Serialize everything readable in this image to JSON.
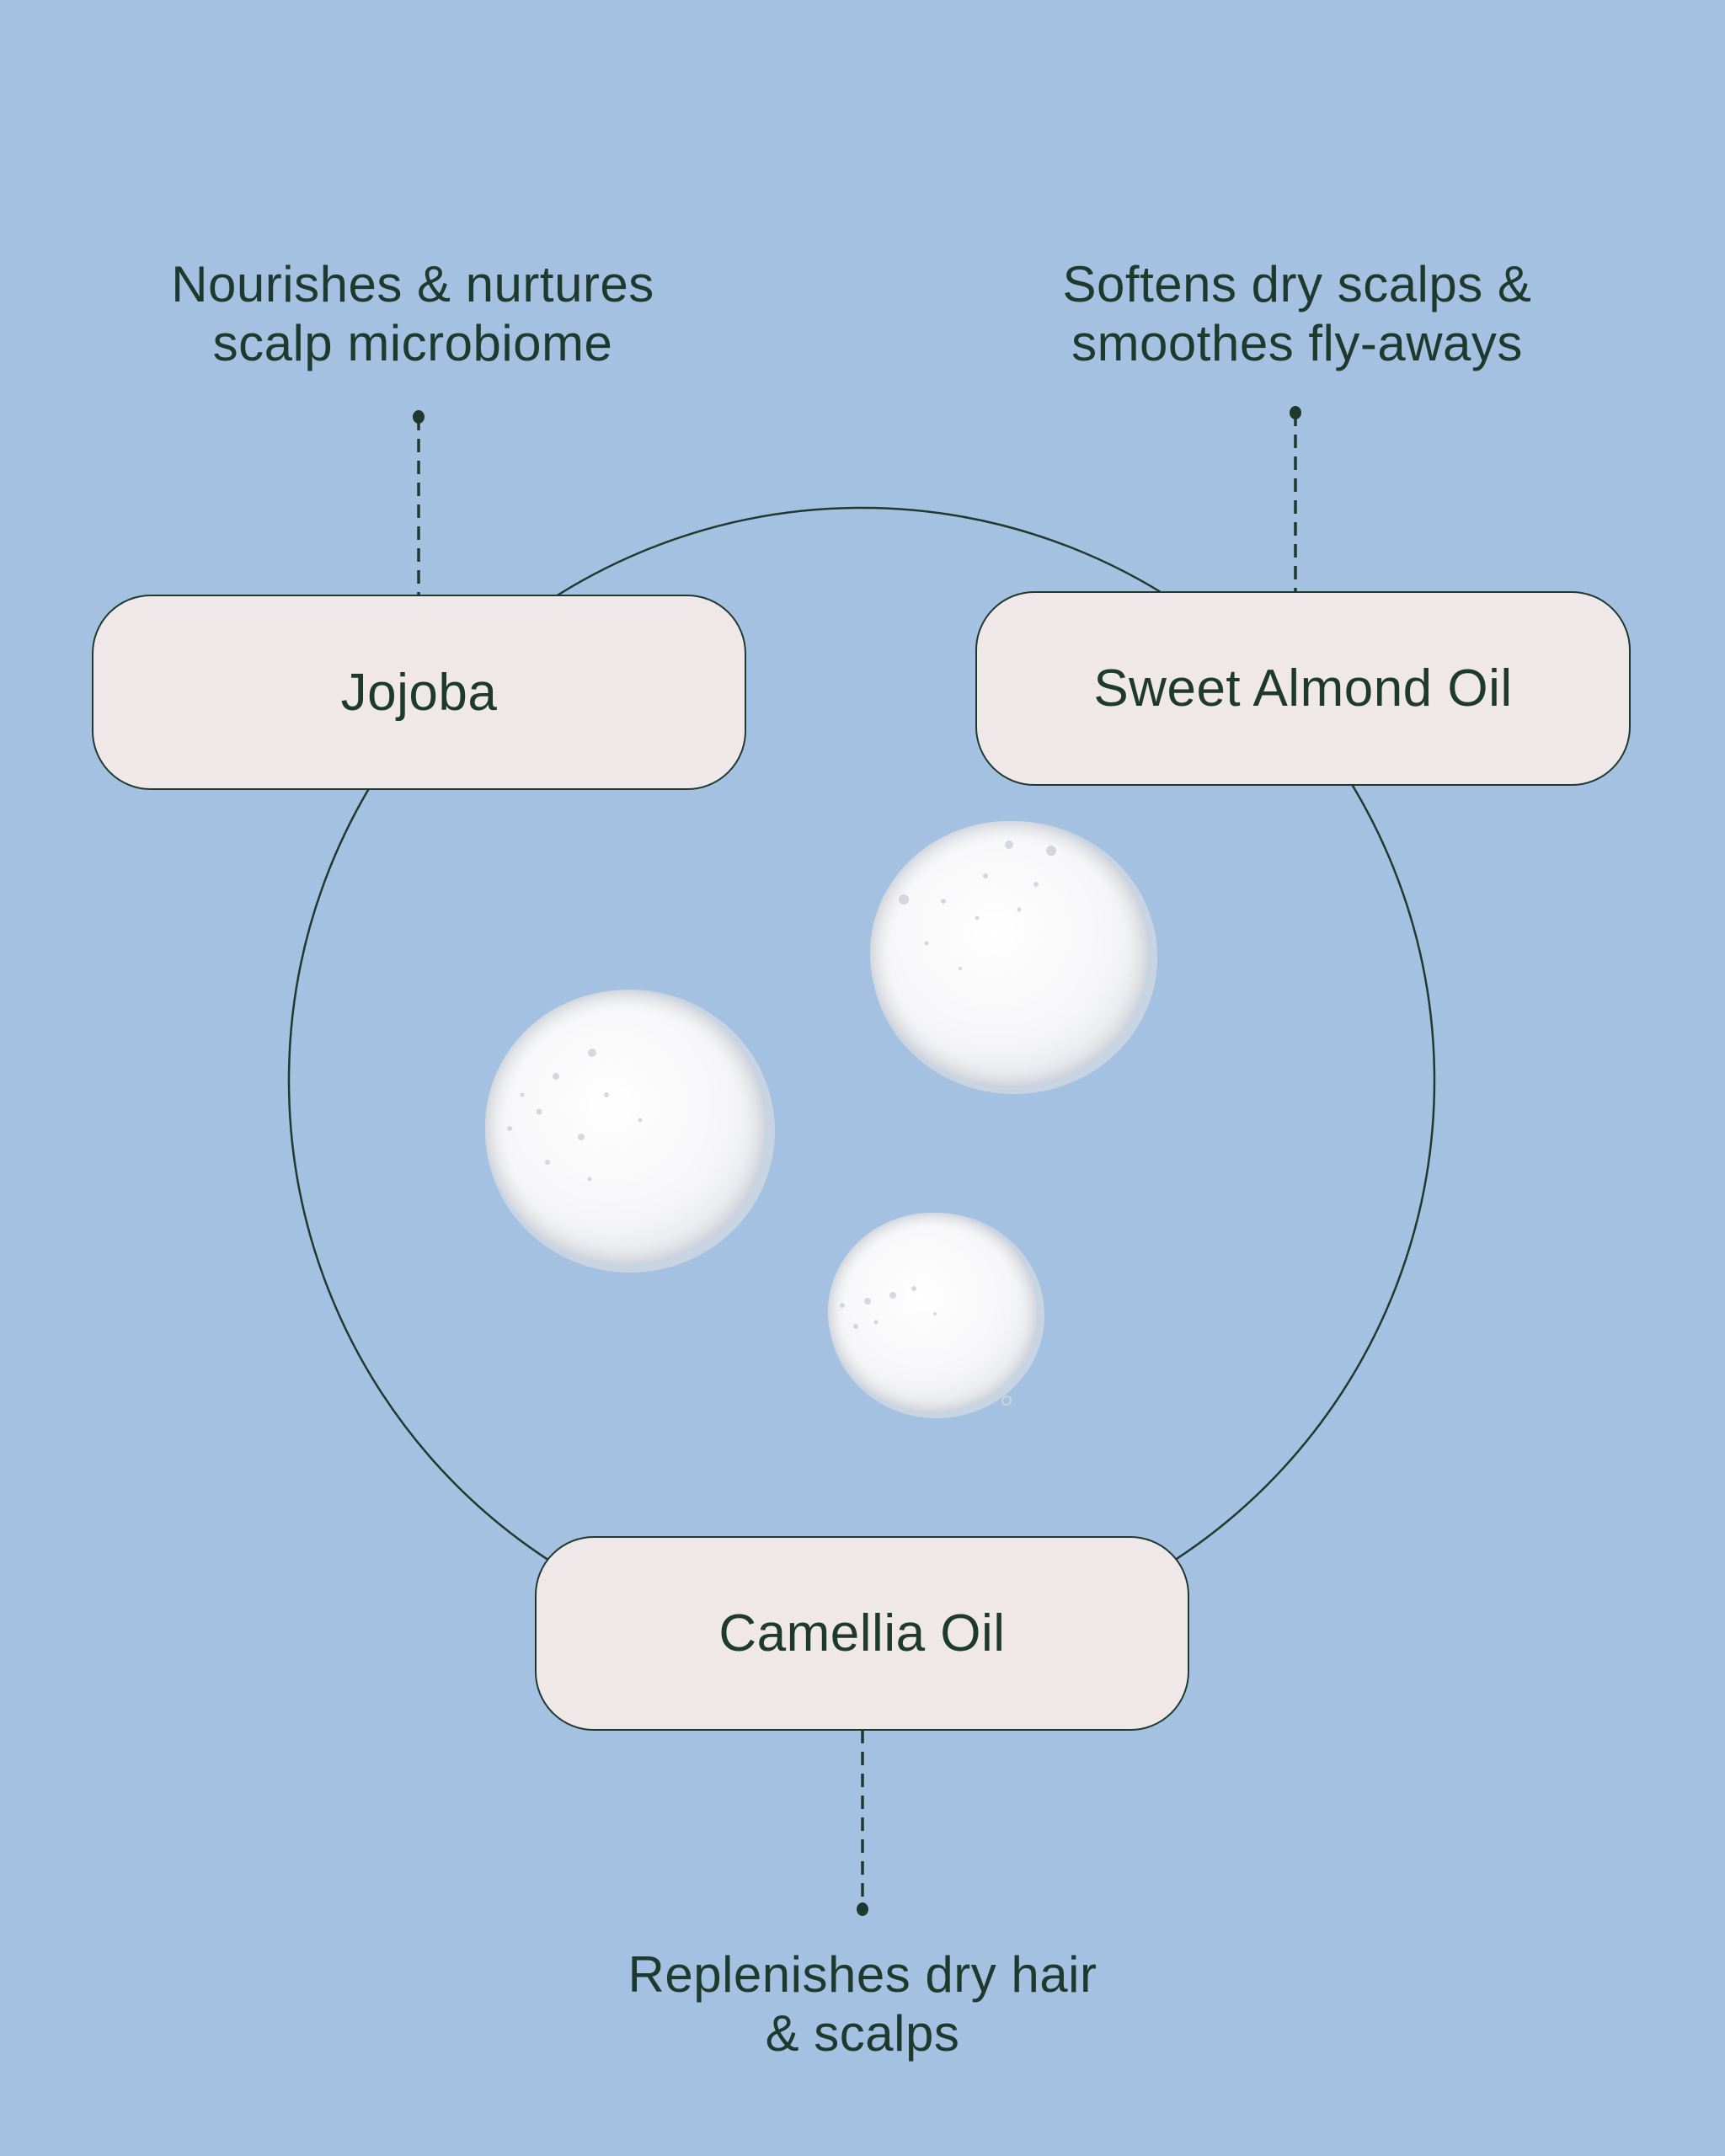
{
  "colors": {
    "background": "#a5c1e2",
    "ink": "#1e3a2e",
    "box_fill": "#f0e8e8",
    "droplet": "#f4f4f6"
  },
  "ingredients": [
    {
      "name": "Jojoba",
      "benefit_lines": [
        "Nourishes & nurtures",
        "scalp microbiome"
      ]
    },
    {
      "name": "Sweet Almond Oil",
      "benefit_lines": [
        "Softens dry scalps &",
        "smoothes fly-aways"
      ]
    },
    {
      "name": "Camellia Oil",
      "benefit_lines": [
        "Replenishes dry hair",
        "& scalps"
      ]
    }
  ],
  "illustration": {
    "droplets": [
      {
        "label": "oil-droplet-large"
      },
      {
        "label": "oil-droplet-medium"
      },
      {
        "label": "oil-droplet-small"
      }
    ]
  }
}
